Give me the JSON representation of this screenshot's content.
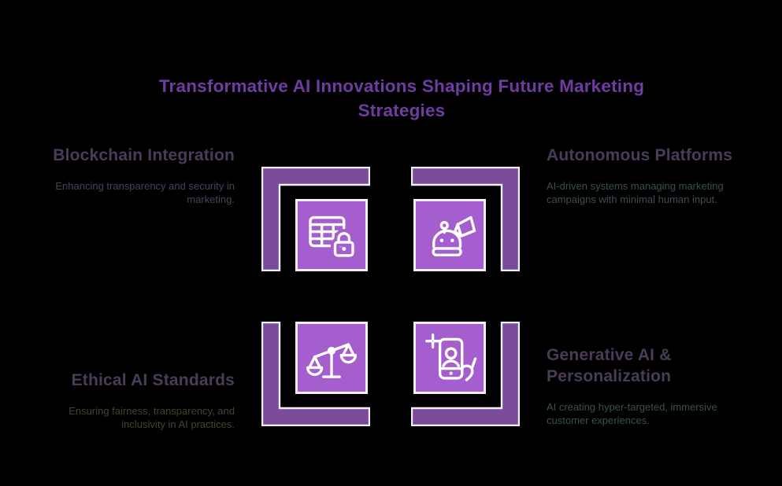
{
  "title": {
    "line1": "Transformative AI Innovations Shaping Future Marketing",
    "line2": "Strategies"
  },
  "quadrants": [
    {
      "heading": "Blockchain Integration",
      "description": "Enhancing transparency and security in marketing.",
      "icon": "table-lock-icon"
    },
    {
      "heading": "Autonomous Platforms",
      "description": "AI-driven systems managing marketing campaigns with minimal human input.",
      "icon": "robot-megaphone-icon"
    },
    {
      "heading": "Ethical AI Standards",
      "description": "Ensuring fairness, transparency, and inclusivity in AI practices.",
      "icon": "balance-scale-icon"
    },
    {
      "heading": "Generative AI & Personalization",
      "description": "AI creating hyper-targeted, immersive customer experiences.",
      "icon": "phone-sparkle-icon"
    }
  ],
  "colors": {
    "background": "#000000",
    "title": "#6f3da2",
    "heading": "#4a3c58",
    "description_top_left": "#46425a",
    "description_top_right": "#3c4c54",
    "description_bottom_left": "#3e4732",
    "description_bottom_right": "#3a5244",
    "bracket": "#7b4b99",
    "icon_square": "#a55ecd",
    "outline": "#f2eef6",
    "icon_stroke": "#ffffff"
  }
}
